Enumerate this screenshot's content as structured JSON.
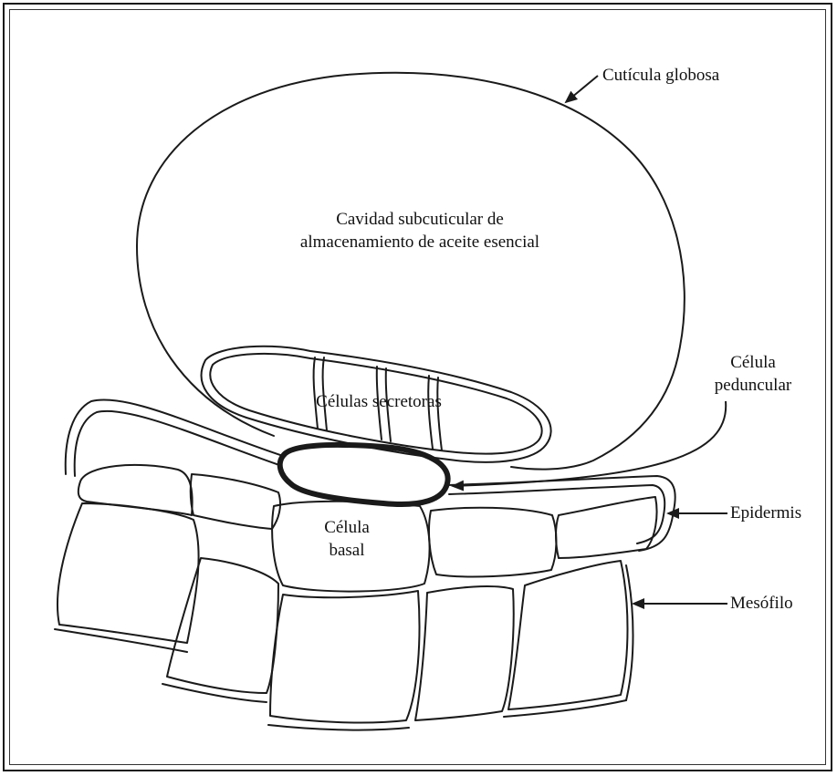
{
  "labels": {
    "cuticula": "Cutícula globosa",
    "cavidad_line1": "Cavidad subcuticular de",
    "cavidad_line2": "almacenamiento de aceite esencial",
    "secretoras": "Células secretoras",
    "peduncular_line1": "Célula",
    "peduncular_line2": "peduncular",
    "basal_line1": "Célula",
    "basal_line2": "basal",
    "epidermis": "Epidermis",
    "mesofilo": "Mesófilo"
  },
  "colors": {
    "line": "#1a1a1a",
    "background": "#ffffff"
  }
}
